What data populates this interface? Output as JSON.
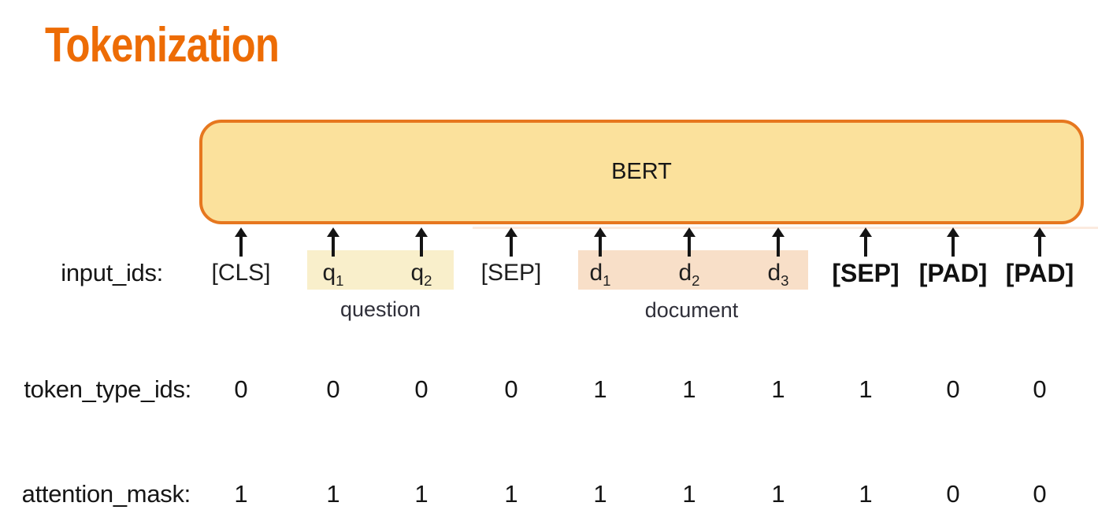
{
  "slide": {
    "title": "Tokenization",
    "title_color": "#ed6c05",
    "background_color": "#ffffff"
  },
  "diagram": {
    "model_box": {
      "label": "BERT",
      "fill_color": "#fbe19c",
      "border_color": "#e6771f"
    },
    "row_labels": {
      "input_ids": "input_ids:",
      "token_type_ids": "token_type_ids:",
      "attention_mask": "attention_mask:"
    },
    "tokens": [
      {
        "text": "[CLS]",
        "sub": "",
        "group": "special",
        "bold": false
      },
      {
        "text": "q",
        "sub": "1",
        "group": "question",
        "bold": false
      },
      {
        "text": "q",
        "sub": "2",
        "group": "question",
        "bold": false
      },
      {
        "text": "[SEP]",
        "sub": "",
        "group": "special",
        "bold": false
      },
      {
        "text": "d",
        "sub": "1",
        "group": "document",
        "bold": false
      },
      {
        "text": "d",
        "sub": "2",
        "group": "document",
        "bold": false
      },
      {
        "text": "d",
        "sub": "3",
        "group": "document",
        "bold": false
      },
      {
        "text": "[SEP]",
        "sub": "",
        "group": "special",
        "bold": true
      },
      {
        "text": "[PAD]",
        "sub": "",
        "group": "special",
        "bold": true
      },
      {
        "text": "[PAD]",
        "sub": "",
        "group": "special",
        "bold": true
      }
    ],
    "token_type_ids": [
      "0",
      "0",
      "0",
      "0",
      "1",
      "1",
      "1",
      "1",
      "0",
      "0"
    ],
    "attention_mask": [
      "1",
      "1",
      "1",
      "1",
      "1",
      "1",
      "1",
      "1",
      "0",
      "0"
    ],
    "groups": [
      {
        "name": "question",
        "label": "question",
        "highlight_color": "#f9efcb"
      },
      {
        "name": "document",
        "label": "document",
        "highlight_color": "#f8dfc8"
      }
    ],
    "arrow_color": "#141414"
  }
}
